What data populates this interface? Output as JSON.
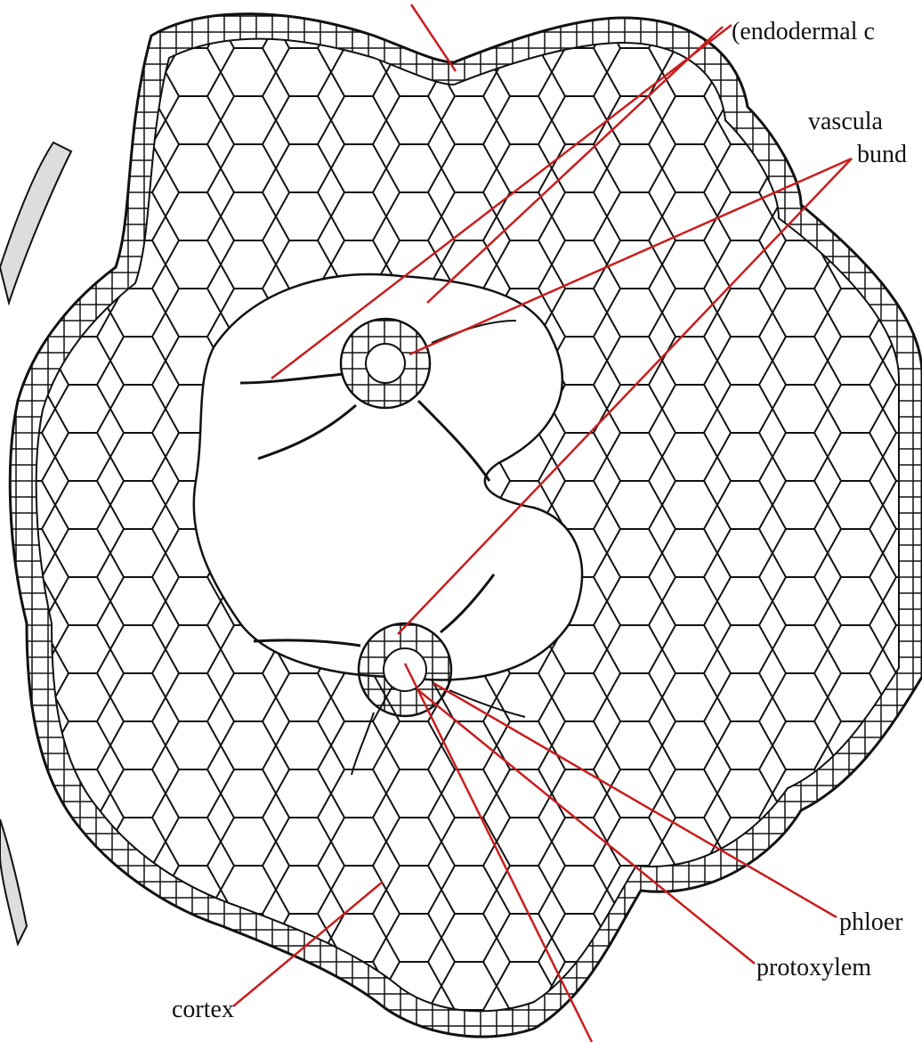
{
  "labels": {
    "endodermal": "(endodermal c",
    "vascular_line1": "vascula",
    "vascular_line2": "bund",
    "phloem": "phloer",
    "protoxylem": "protoxylem",
    "cortex": "cortex"
  },
  "colors": {
    "leader_lines": "#c81e1e",
    "cell_walls": "#111111",
    "background": "#ffffff"
  }
}
